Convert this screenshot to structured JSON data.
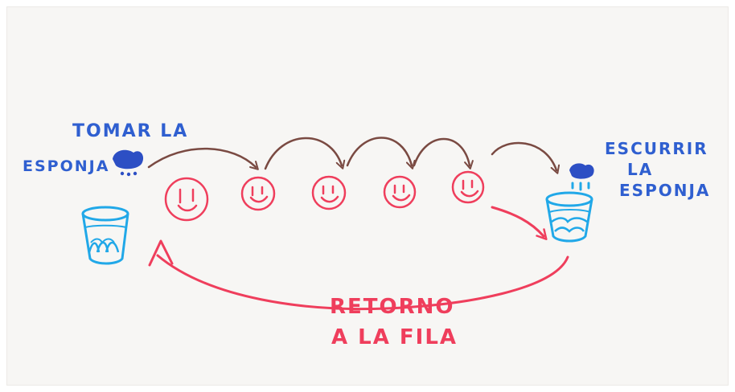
{
  "labels": {
    "take_line1": "TOMAR LA",
    "take_line2": "ESPONJA",
    "wring_line1": "ESCURRIR",
    "wring_line2": "LA",
    "wring_line3": "ESPONJA",
    "return_line1": "RETORNO",
    "return_line2": "A LA FILA"
  },
  "colors": {
    "blue_ink": "#2f5fd0",
    "cyan_ink": "#21a8e8",
    "red_ink": "#ef3e5c",
    "brown_ink": "#7a4a42"
  },
  "people_count": 5
}
